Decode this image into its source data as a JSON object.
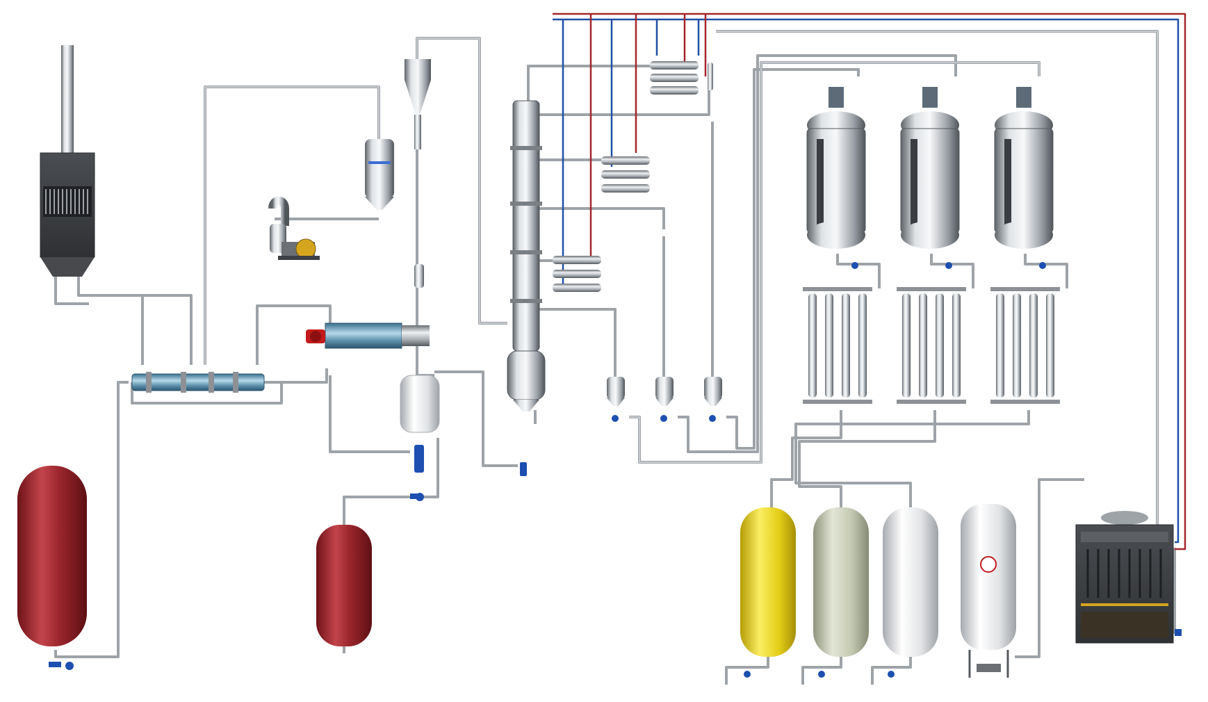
{
  "diagram": {
    "kind": "process-flow-schematic",
    "colors": {
      "background": "#ffffff",
      "pipe": "#9ea3a8",
      "pipe_highlight": "#e8eaec",
      "hot_line": "#a3262a",
      "cold_line": "#1f4fa8",
      "steel_dark": "#5f6469",
      "steel_light": "#eceff1",
      "red_tank": "#8e2026",
      "yellow_tank": "#e6d21a",
      "pale_green_tank": "#c9cdb8",
      "white_tank": "#e4e6e8",
      "valve_blue": "#1d4fb0",
      "fitting_blue": "#3c6fd6",
      "motor_red": "#c21b1b",
      "dark_panel": "#3a3d41"
    },
    "equipment": [
      {
        "id": "exhaust-stack",
        "icon": "chimney-filter-unit-icon"
      },
      {
        "id": "vacuum-blower",
        "icon": "roots-blower-icon"
      },
      {
        "id": "cyclone-separator",
        "icon": "cyclone-icon"
      },
      {
        "id": "bag-filter",
        "icon": "filter-vessel-icon"
      },
      {
        "id": "main-heat-exchanger",
        "icon": "shell-tube-exchanger-icon"
      },
      {
        "id": "burner-heater",
        "icon": "burner-icon"
      },
      {
        "id": "distillation-column",
        "icon": "column-icon"
      },
      {
        "id": "reactor-1",
        "icon": "agitated-reactor-icon"
      },
      {
        "id": "reactor-2",
        "icon": "agitated-reactor-icon"
      },
      {
        "id": "reactor-3",
        "icon": "agitated-reactor-icon"
      },
      {
        "id": "storage-tank-red-large",
        "icon": "red-tank-icon"
      },
      {
        "id": "storage-tank-red-small",
        "icon": "red-tank-icon"
      },
      {
        "id": "storage-tank-yellow",
        "icon": "yellow-tank-icon"
      },
      {
        "id": "storage-tank-green",
        "icon": "green-tank-icon"
      },
      {
        "id": "storage-tank-white",
        "icon": "white-tank-icon"
      },
      {
        "id": "cryogenic-tank",
        "icon": "cryo-tank-icon"
      },
      {
        "id": "cooling-tower",
        "icon": "cooling-tower-icon"
      }
    ]
  }
}
